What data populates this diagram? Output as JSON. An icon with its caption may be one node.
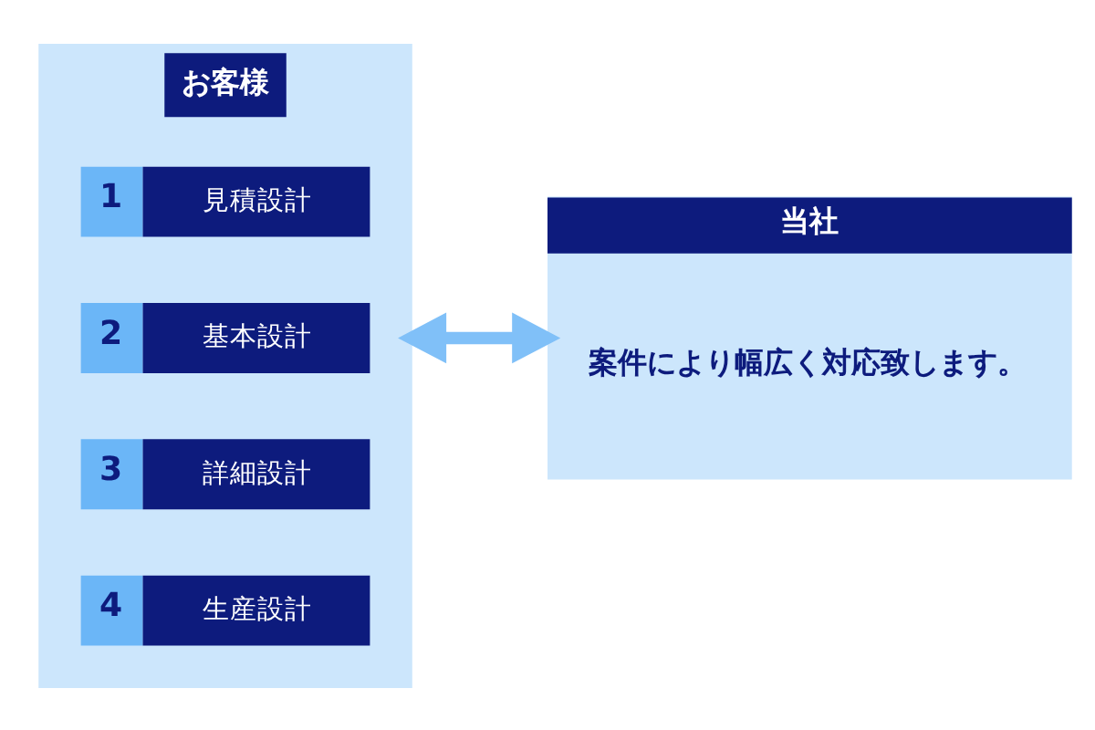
{
  "diagram": {
    "nodes": [
      {
        "text": [
          "お客様"
        ]
      },
      {
        "text": [
          "1",
          "見積設計"
        ],
        "in": 0
      },
      {
        "text": [
          "2",
          "基本設計"
        ],
        "in": 0
      },
      {
        "text": [
          "3",
          "詳細設計"
        ],
        "in": 0
      },
      {
        "text": [
          "4",
          "生産設計"
        ],
        "in": 0
      },
      {
        "text": [
          "当社",
          "案件により幅広く対応致します。"
        ]
      }
    ],
    "edges": [
      {
        "from": 0,
        "to": 5,
        "arrow": "both",
        "color": "#80c0f8"
      }
    ]
  }
}
